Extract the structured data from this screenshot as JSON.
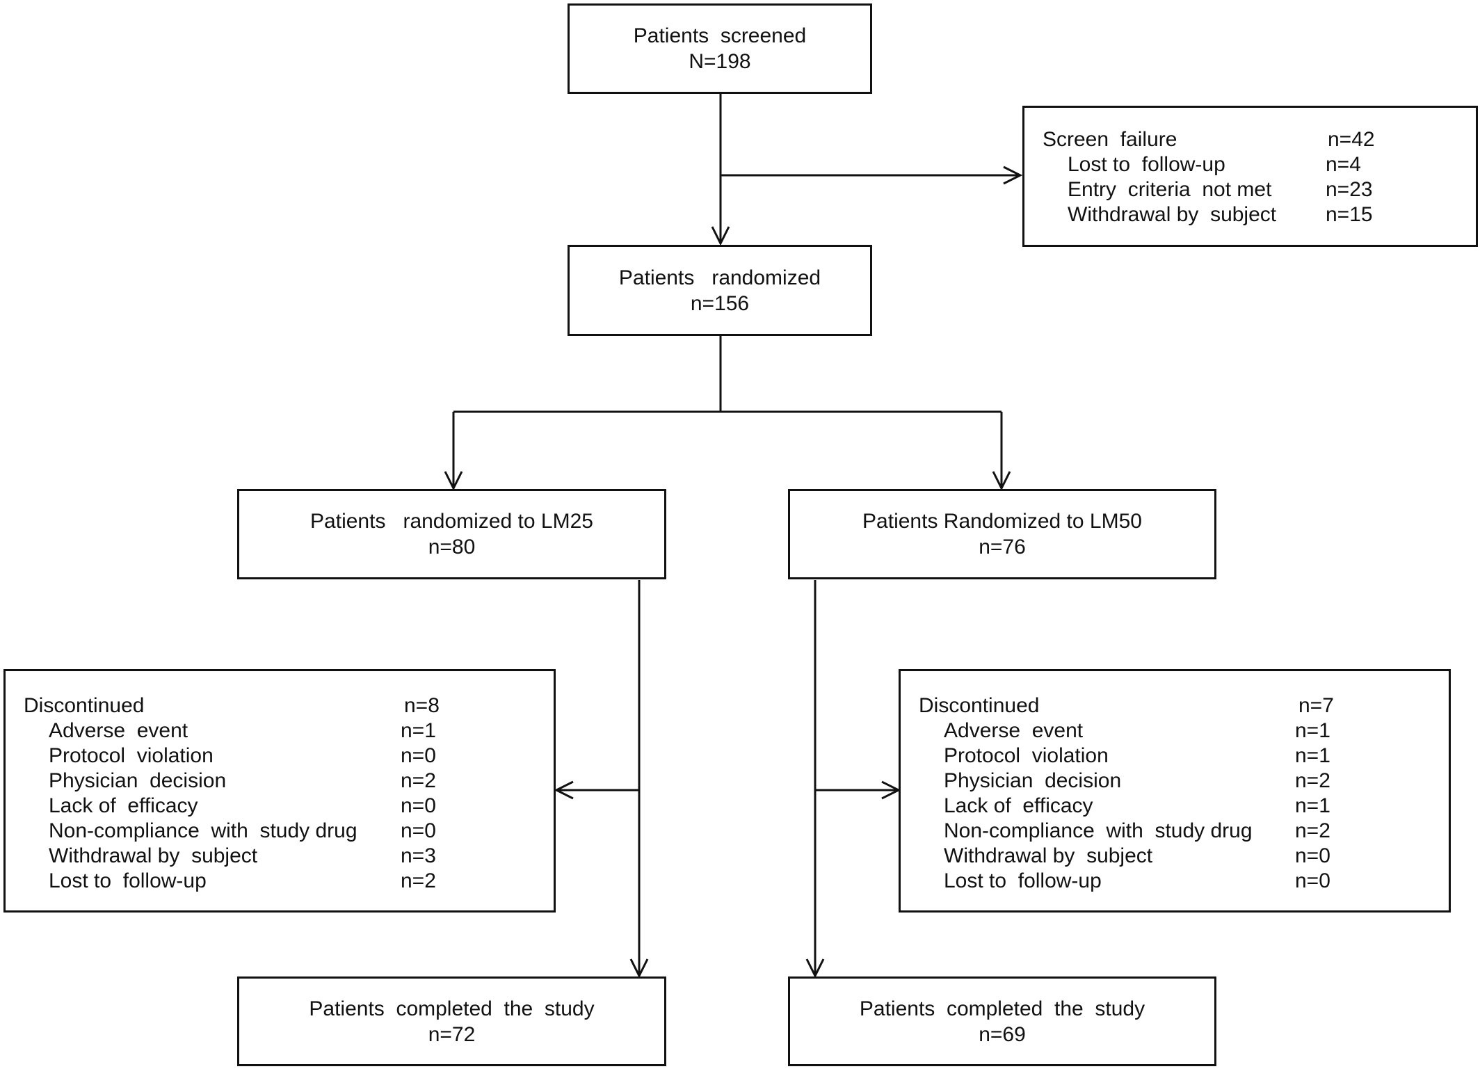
{
  "screened": {
    "title": "Patients  screened",
    "count": "N=198"
  },
  "screen_failure": {
    "title": "Screen  failure",
    "count": "n=42",
    "items": [
      {
        "label": "Lost to  follow-up",
        "count": "n=4"
      },
      {
        "label": "Entry  criteria  not met",
        "count": "n=23"
      },
      {
        "label": "Withdrawal by  subject",
        "count": "n=15"
      }
    ]
  },
  "randomized": {
    "title": "Patients   randomized",
    "count": "n=156"
  },
  "arm_lm25": {
    "title": "Patients   randomized to LM25",
    "count": "n=80"
  },
  "arm_lm50": {
    "title": "Patients Randomized to LM50",
    "count": "n=76"
  },
  "disc_lm25": {
    "title": "Discontinued",
    "count": "n=8",
    "items": [
      {
        "label": "Adverse  event",
        "count": "n=1"
      },
      {
        "label": "Protocol  violation",
        "count": "n=0"
      },
      {
        "label": "Physician  decision",
        "count": "n=2"
      },
      {
        "label": "Lack of  efficacy",
        "count": "n=0"
      },
      {
        "label": "Non-compliance  with  study drug",
        "count": "n=0"
      },
      {
        "label": "Withdrawal by  subject",
        "count": "n=3"
      },
      {
        "label": "Lost to  follow-up",
        "count": "n=2"
      }
    ]
  },
  "disc_lm50": {
    "title": "Discontinued",
    "count": "n=7",
    "items": [
      {
        "label": "Adverse  event",
        "count": "n=1"
      },
      {
        "label": "Protocol  violation",
        "count": "n=1"
      },
      {
        "label": "Physician  decision",
        "count": "n=2"
      },
      {
        "label": "Lack of  efficacy",
        "count": "n=1"
      },
      {
        "label": "Non-compliance  with  study drug",
        "count": "n=2"
      },
      {
        "label": "Withdrawal by  subject",
        "count": "n=0"
      },
      {
        "label": "Lost to  follow-up",
        "count": "n=0"
      }
    ]
  },
  "completed_lm25": {
    "title": "Patients  completed  the  study",
    "count": "n=72"
  },
  "completed_lm50": {
    "title": "Patients  completed  the  study",
    "count": "n=69"
  }
}
